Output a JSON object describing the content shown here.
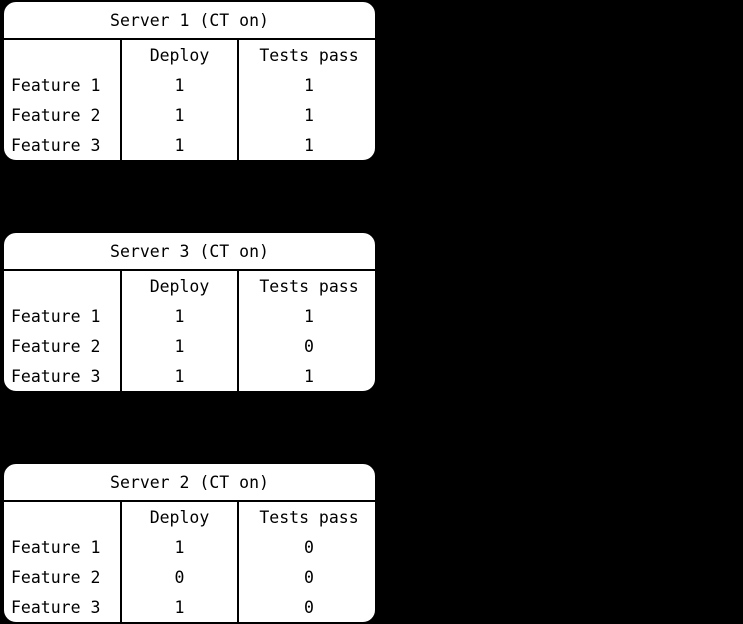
{
  "background_color": "#000000",
  "card_color": "#ffffff",
  "line_color": "#000000",
  "tables": [
    {
      "title": "Server 1 (CT on)",
      "columns": [
        "",
        "Deploy",
        "Tests pass"
      ],
      "rows": [
        {
          "label": "Feature 1",
          "deploy": "1",
          "tests_pass": "1"
        },
        {
          "label": "Feature 2",
          "deploy": "1",
          "tests_pass": "1"
        },
        {
          "label": "Feature 3",
          "deploy": "1",
          "tests_pass": "1"
        }
      ]
    },
    {
      "title": "Server 3 (CT on)",
      "columns": [
        "",
        "Deploy",
        "Tests pass"
      ],
      "rows": [
        {
          "label": "Feature 1",
          "deploy": "1",
          "tests_pass": "1"
        },
        {
          "label": "Feature 2",
          "deploy": "1",
          "tests_pass": "0"
        },
        {
          "label": "Feature 3",
          "deploy": "1",
          "tests_pass": "1"
        }
      ]
    },
    {
      "title": "Server 2 (CT on)",
      "columns": [
        "",
        "Deploy",
        "Tests pass"
      ],
      "rows": [
        {
          "label": "Feature 1",
          "deploy": "1",
          "tests_pass": "0"
        },
        {
          "label": "Feature 2",
          "deploy": "0",
          "tests_pass": "0"
        },
        {
          "label": "Feature 3",
          "deploy": "1",
          "tests_pass": "0"
        }
      ]
    }
  ]
}
